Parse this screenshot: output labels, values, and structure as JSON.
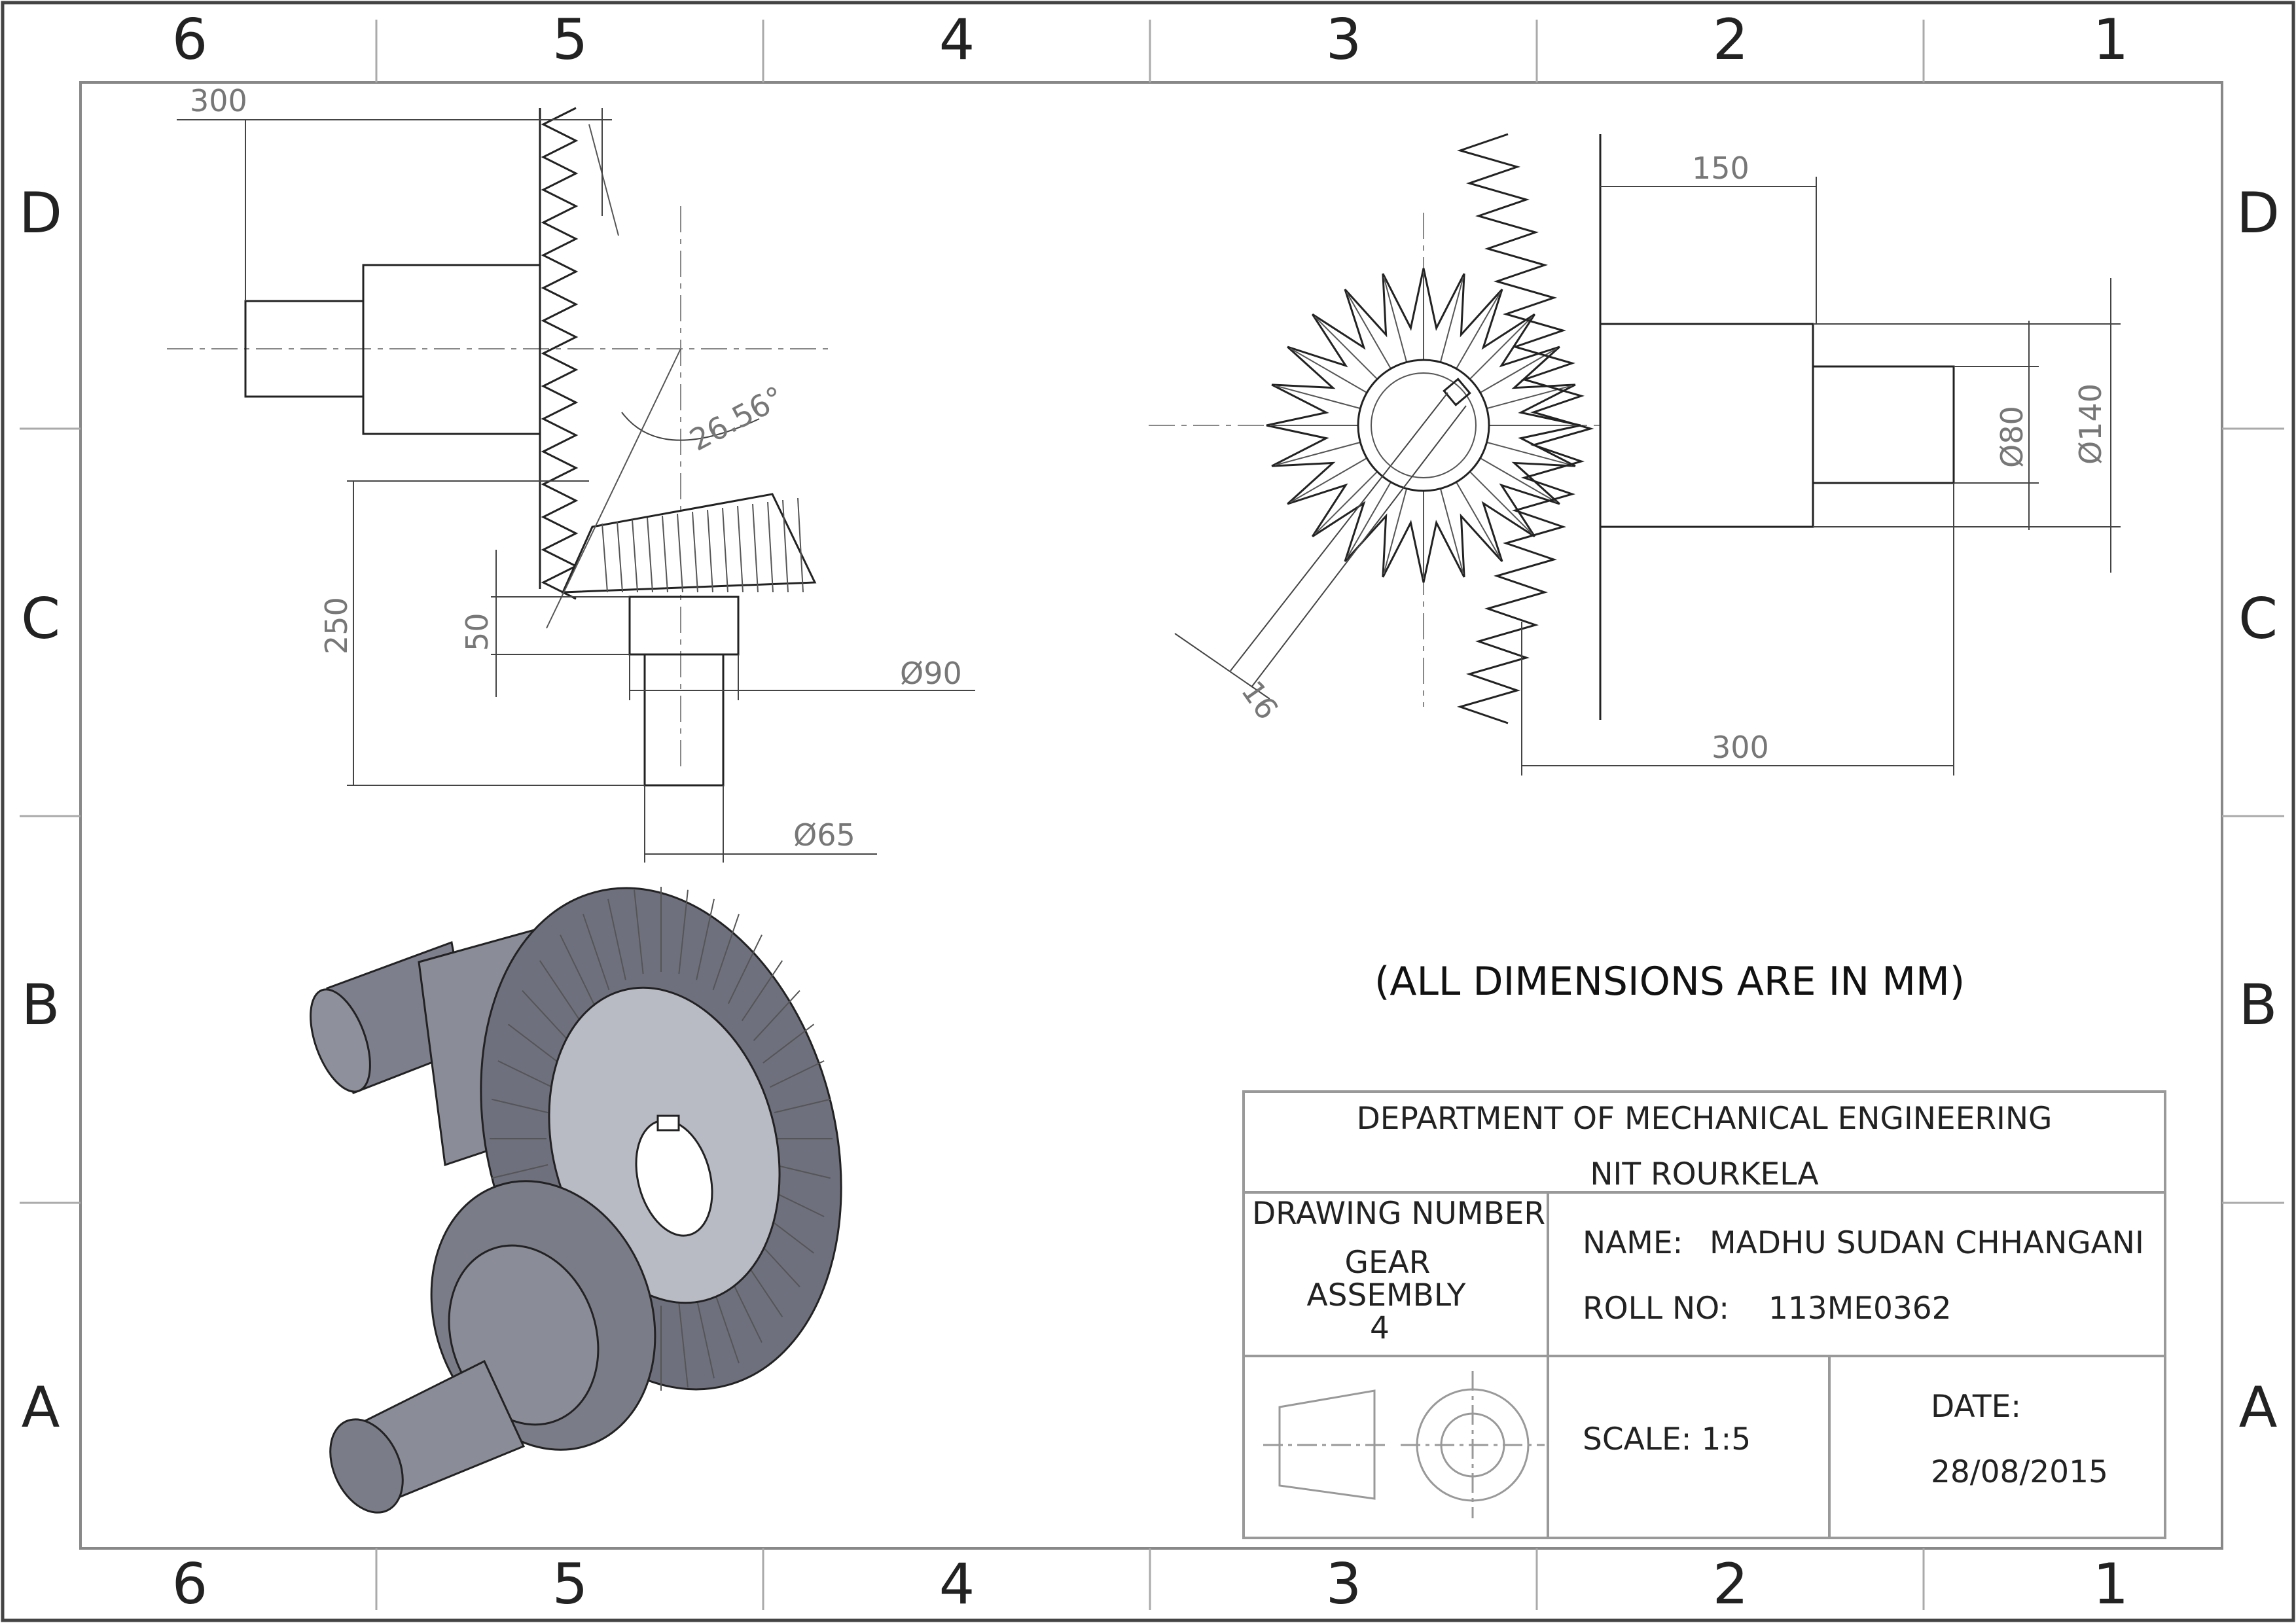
{
  "sheet": {
    "zones_top": [
      "6",
      "5",
      "4",
      "3",
      "2",
      "1"
    ],
    "zones_side": [
      "D",
      "C",
      "B",
      "A"
    ]
  },
  "front_view": {
    "dim_300": "300",
    "dim_250": "250",
    "dim_50": "50",
    "dia_90": "Ø90",
    "dia_65": "Ø65",
    "angle": "26.56°"
  },
  "side_view": {
    "dim_150": "150",
    "dim_300": "300",
    "dia_80": "Ø80",
    "dia_140": "Ø140",
    "dim_16": "16"
  },
  "note": "(ALL DIMENSIONS ARE IN MM)",
  "title_block": {
    "dept": "DEPARTMENT OF MECHANICAL ENGINEERING",
    "institute": "NIT ROURKELA",
    "drawing_number_label": "DRAWING NUMBER",
    "drawing_number_lines": [
      "GEAR",
      "ASSEMBLY",
      "4"
    ],
    "name_label": "NAME:",
    "name_value": "MADHU SUDAN CHHANGANI",
    "roll_label": "ROLL NO:",
    "roll_value": "113ME0362",
    "scale": "SCALE: 1:5",
    "date_label": "DATE:",
    "date_value": "28/08/2015"
  },
  "colors": {
    "ink": "#222222",
    "dimension": "#777777",
    "border": "#888888",
    "shade": "#8a8c98"
  }
}
